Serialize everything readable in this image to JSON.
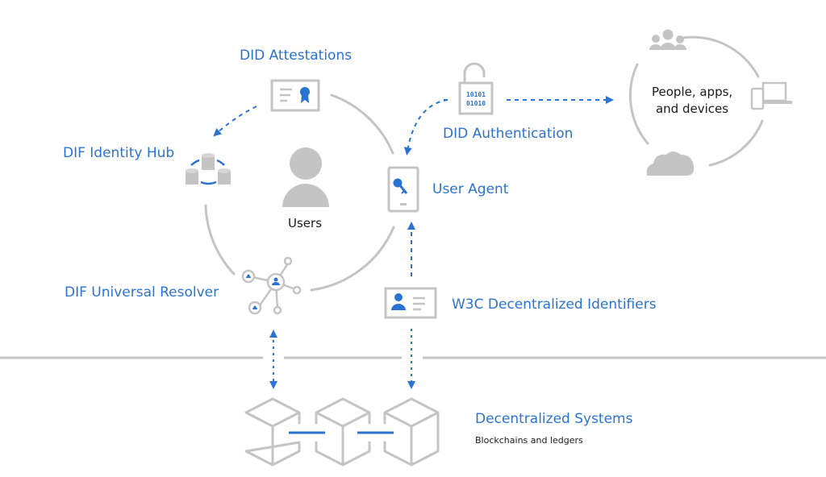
{
  "colors": {
    "accent": "#2b73d0",
    "neutral": "#c4c4c4",
    "text": "#1a1a1a"
  },
  "labels": {
    "did_attestations": "DID Attestations",
    "did_authentication": "DID Authentication",
    "dif_identity_hub": "DIF Identity Hub",
    "users": "Users",
    "user_agent": "User Agent",
    "dif_universal_resolver": "DIF Universal Resolver",
    "w3c_dids": "W3C Decentralized Identifiers",
    "people_apps_devices_line1": "People, apps,",
    "people_apps_devices_line2": "and devices",
    "decentralized_systems": "Decentralized Systems",
    "decentralized_systems_sub": "Blockchains and ledgers"
  },
  "icons": {
    "lock_bits_line1": "10101",
    "lock_bits_line2": "01010"
  }
}
